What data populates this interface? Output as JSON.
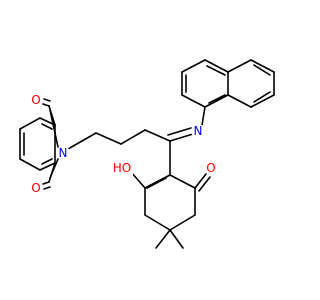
{
  "colors": {
    "bond": "#000000",
    "carbon": "#000000",
    "nitrogen": "#0000ff",
    "oxygen": "#ff0000",
    "background": "#ffffff"
  },
  "atom_labels": {
    "phthalimide_n": "N",
    "imine_n": "N",
    "o_upper": "O",
    "o_lower": "O",
    "o_hydroxyl": "HO",
    "o_ketone": "O"
  }
}
